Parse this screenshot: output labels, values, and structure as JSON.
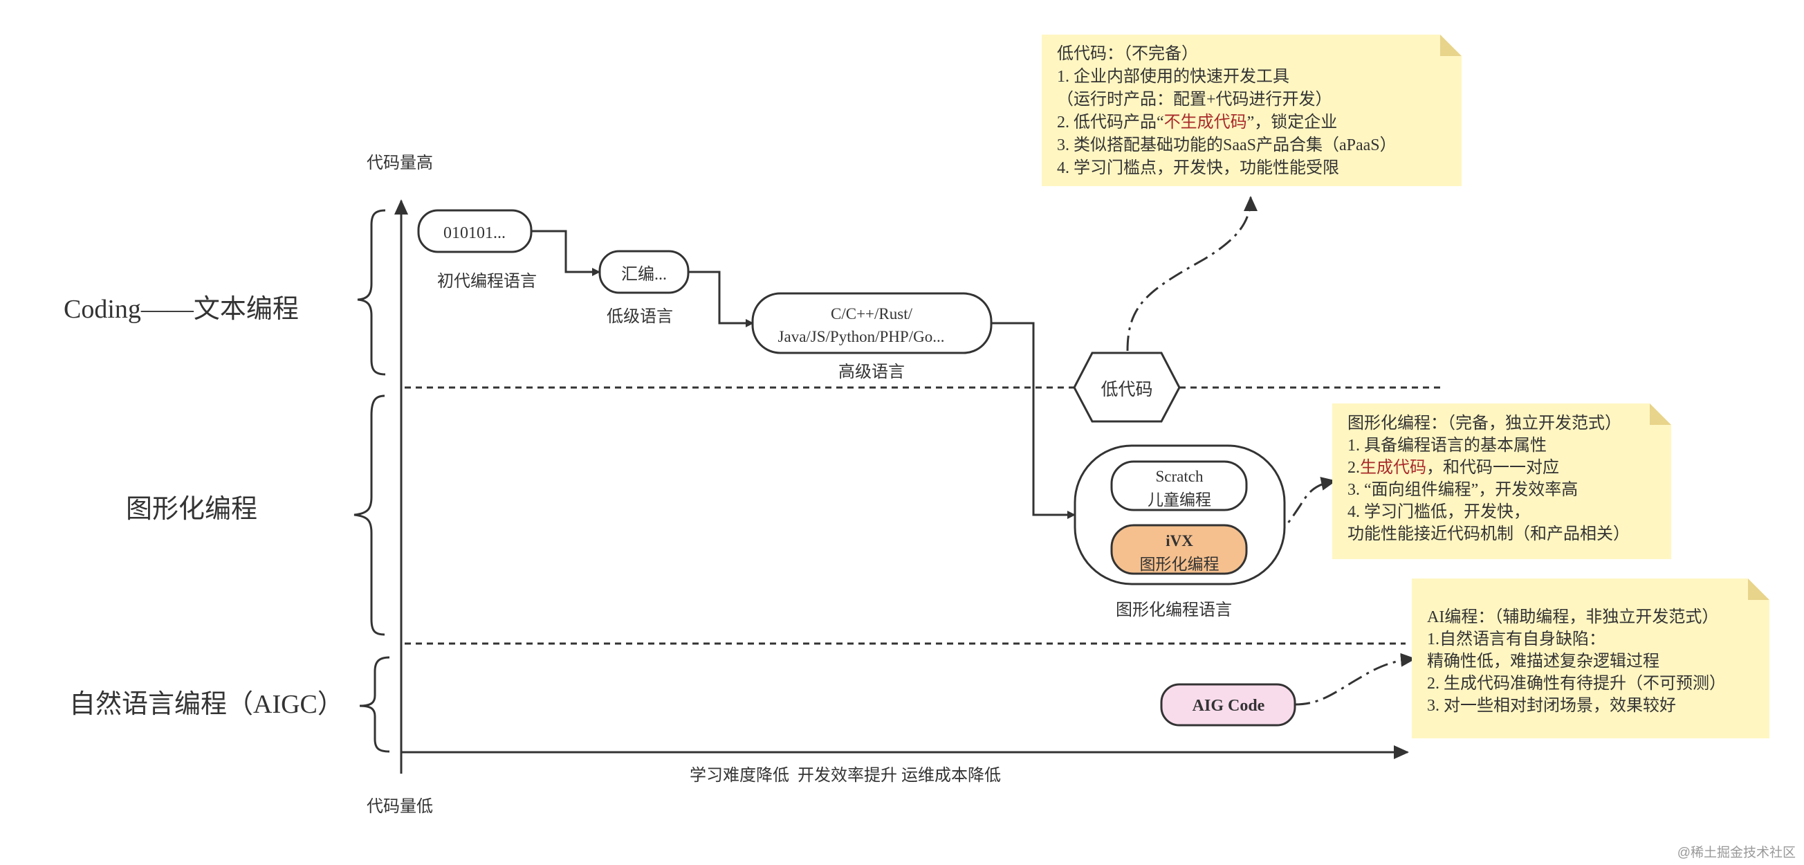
{
  "axis": {
    "y_top_label": "代码量高",
    "y_bottom_label": "代码量低",
    "x_label": "学习难度降低  开发效率提升 运维成本降低"
  },
  "categories": [
    {
      "id": "coding",
      "label": "Coding——文本编程"
    },
    {
      "id": "graphic",
      "label": "图形化编程"
    },
    {
      "id": "natural",
      "label": "自然语言编程（AIGC）"
    }
  ],
  "nodes": {
    "binary": {
      "text": "010101...",
      "caption": "初代编程语言"
    },
    "assembly": {
      "text": "汇编...",
      "caption": "低级语言"
    },
    "highlevel": {
      "line1": "C/C++/Rust/",
      "line2": "Java/JS/Python/PHP/Go...",
      "caption": "高级语言"
    },
    "lowcode": {
      "text": "低代码"
    },
    "graphic_group": {
      "caption": "图形化编程语言",
      "scratch": {
        "line1": "Scratch",
        "line2": "儿童编程"
      },
      "ivx": {
        "line1": "iVX",
        "line2": "图形化编程",
        "fill": "#f5c08e"
      }
    },
    "aig": {
      "text": "AIG Code",
      "fill": "#f9dcec"
    }
  },
  "notes": {
    "lowcode": {
      "lines": [
        [
          {
            "t": "低代码：（不完备）"
          }
        ],
        [
          {
            "t": "1. 企业内部使用的快速开发工具"
          }
        ],
        [
          {
            "t": "（运行时产品：配置+代码进行开发）"
          }
        ],
        [
          {
            "t": "2. 低代码产品“"
          },
          {
            "t": "不生成代码",
            "hl": true
          },
          {
            "t": "”，锁定企业"
          }
        ],
        [
          {
            "t": "3. 类似搭配基础功能的SaaS产品合集（aPaaS）"
          }
        ],
        [
          {
            "t": "4. 学习门槛点，开发快，功能性能受限"
          }
        ]
      ]
    },
    "graphic": {
      "lines": [
        [
          {
            "t": "图形化编程：（完备，独立开发范式）"
          }
        ],
        [
          {
            "t": "1. 具备编程语言的基本属性"
          }
        ],
        [
          {
            "t": "2."
          },
          {
            "t": "生成代码",
            "hl": true
          },
          {
            "t": "，和代码一一对应"
          }
        ],
        [
          {
            "t": "3. “面向组件编程”，开发效率高"
          }
        ],
        [
          {
            "t": "4. 学习门槛低，开发快，"
          }
        ],
        [
          {
            "t": "功能性能接近代码机制（和产品相关）"
          }
        ]
      ]
    },
    "ai": {
      "lines": [
        [
          {
            "t": "AI编程：（辅助编程，非独立开发范式）"
          }
        ],
        [
          {
            "t": "1.自然语言有自身缺陷："
          }
        ],
        [
          {
            "t": "精确性低，难描述复杂逻辑过程"
          }
        ],
        [
          {
            "t": "2. 生成代码准确性有待提升（不可预测）"
          }
        ],
        [
          {
            "t": "3. 对一些相对封闭场景，效果较好"
          }
        ]
      ]
    }
  },
  "colors": {
    "stroke": "#333333",
    "note_bg": "#fff6c2",
    "note_fold": "#e8d48a",
    "highlight": "#a82a2a"
  },
  "watermark": "@稀土掘金技术社区"
}
